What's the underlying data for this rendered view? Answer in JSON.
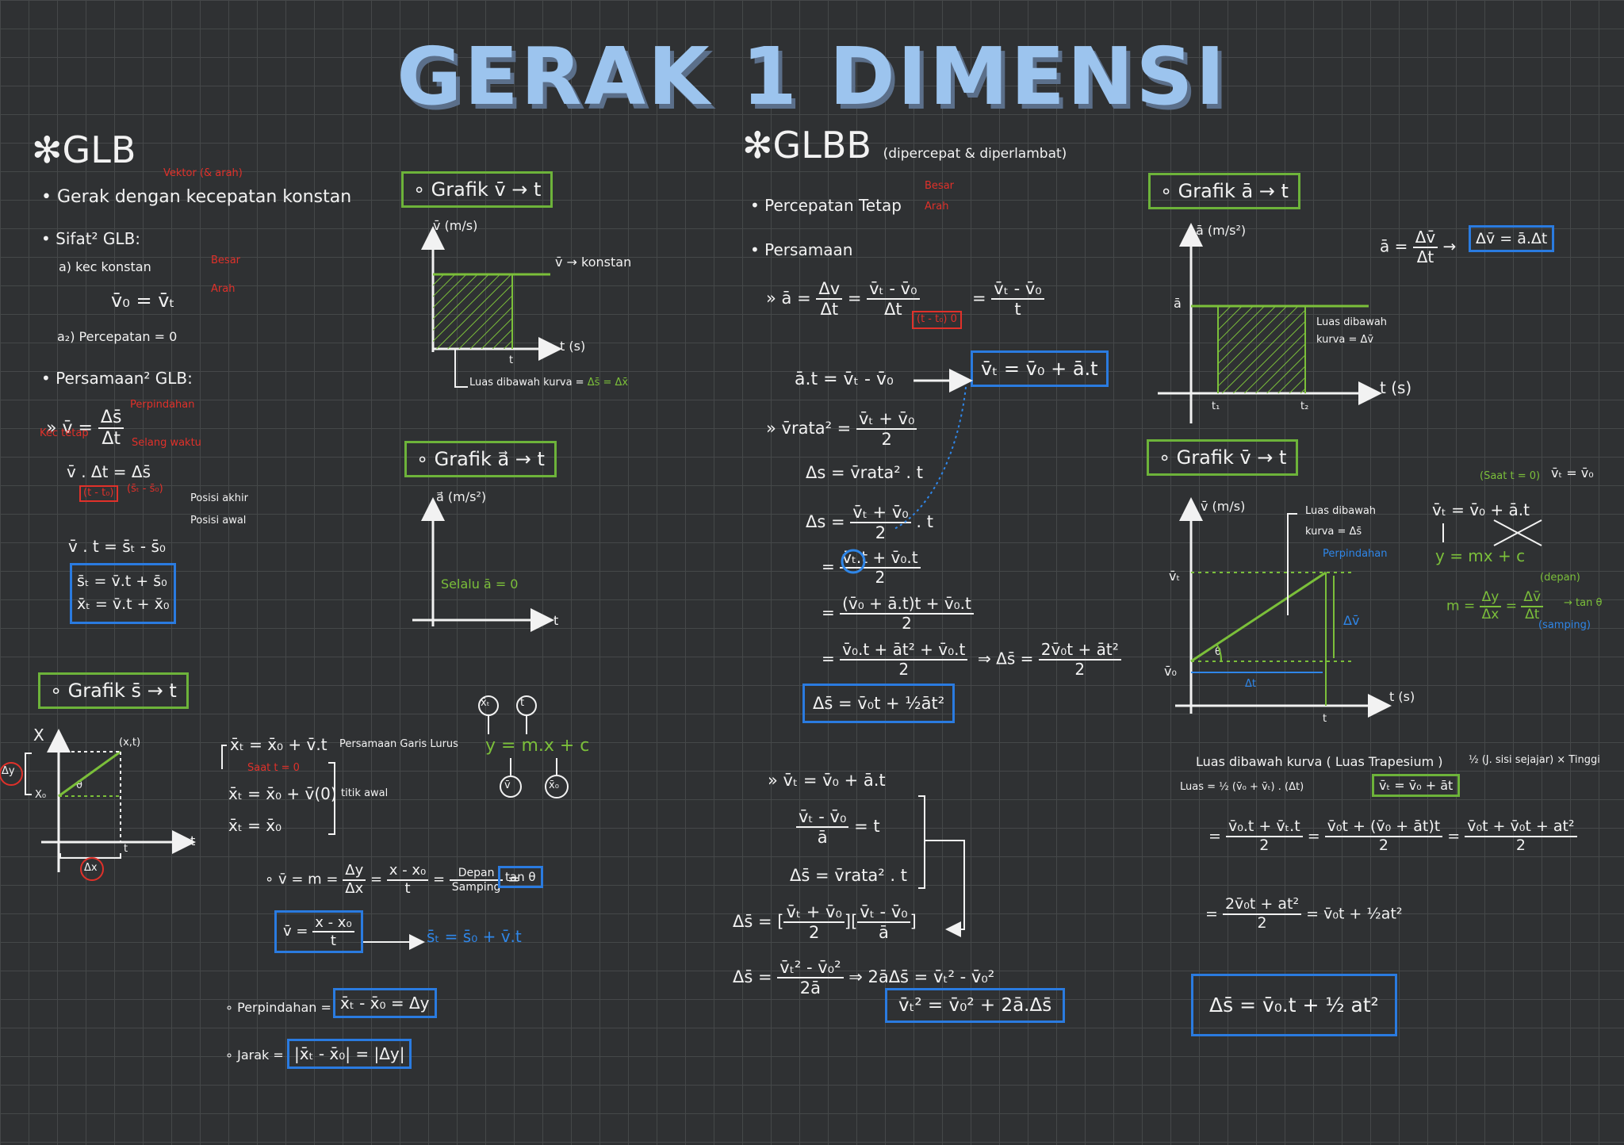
{
  "title": "GERAK 1 DIMENSI",
  "glb": {
    "heading": "GLB",
    "vektor_note": "Vektor (& arah)",
    "def": "Gerak dengan kecepatan konstan",
    "sifat": "Sifat² GLB:",
    "sifat1": "a) kec konstan",
    "besar": "Besar",
    "arah": "Arah",
    "v0vt": "v̄₀ = v̄ₜ",
    "sifat2": "a₂) Percepatan = 0",
    "persamaan": "Persamaan² GLB:",
    "perpindahan_note": "Perpindahan",
    "eq1_lhs": "v̄ =",
    "eq1_num": "Δs̄",
    "eq1_den": "Δt",
    "kec_tetap": "Kec tetap",
    "selang_waktu": "Selang waktu",
    "eq2": "v̄ . Δt = Δs̄",
    "bracket_note": "(t - t₀)",
    "bracket_note2": "(s̄ₜ - s̄₀)",
    "posisi_akhir": "Posisi akhir",
    "posisi_awal": "Posisi awal",
    "eq3": "v̄ . t = s̄ₜ - s̄₀",
    "box1": "s̄ₜ = v̄.t + s̄₀",
    "box2": "x̄ₜ = v̄.t + x̄₀",
    "grafik_vt": "Grafik v̄ → t",
    "vt_ylabel": "v̄ (m/s)",
    "vt_konstan": "v̄ → konstan",
    "vt_xlabel": "t (s)",
    "vt_t": "t",
    "vt_luas_pre": "Luas dibawah kurva =",
    "vt_luas_val": "Δs̄ = Δx̄",
    "grafik_at": "Grafik a⃗ → t",
    "at_ylabel": "a⃗ (m/s²)",
    "at_selalu": "Selalu  ā = 0",
    "at_xlabel": "t",
    "grafik_st": "Grafik s̄ → t",
    "st_x": "X",
    "st_pt": "(x,t)",
    "st_x0": "X₀",
    "st_dy": "Δy",
    "st_dx": "Δx",
    "st_theta": "θ",
    "st_t": "t",
    "st_tt": "t",
    "eq4": "x̄ₜ = x̄₀ + v̄.t",
    "persamaan_garis": "Persamaan Garis Lurus",
    "saat_t0": "Saat t = 0",
    "eq5": "x̄ₜ = x̄₀ + v̄(0)",
    "titik_awal": "titik awal",
    "eq6": "x̄ₜ = x̄₀",
    "ymx": "y = m.x + c",
    "c_xt": "x̄ₜ",
    "c_t": "t",
    "c_v": "v̄",
    "c_x0": "x̄₀",
    "slope_lhs": "v̄ = m =",
    "slope_n1": "Δy",
    "slope_d1": "Δx",
    "slope_n2": "x - x₀",
    "slope_d2": "t",
    "slope_n3": "Depan",
    "slope_d3": "Samping",
    "tan": "tan θ",
    "boxv_lhs": "v̄ =",
    "boxv_n": "x - x₀",
    "boxv_d": "t",
    "st_formula": "s̄ₜ = s̄₀ + v̄.t",
    "perpindahan": "Perpindahan =",
    "perpindahan_box": "x̄ₜ - x̄₀ = Δy",
    "jarak": "Jarak =",
    "jarak_box": "|x̄ₜ - x̄₀| = |Δy|"
  },
  "glbb": {
    "heading": "GLBB",
    "sub": "(dipercepat & diperlambat)",
    "percepatan": "Percepatan Tetap",
    "besar": "Besar",
    "arah": "Arah",
    "persamaan": "Persamaan",
    "a1_lhs": "ā =",
    "a1_n1": "Δv",
    "a1_d1": "Δt",
    "a1_n2": "v̄ₜ - v̄₀",
    "a1_d2": "Δt",
    "a1_red": "(t - t₀)",
    "a1_red0": "0",
    "a1_n3": "v̄ₜ - v̄₀",
    "a1_d3": "t",
    "a2": "ā.t = v̄ₜ - v̄₀",
    "box_vt": "v̄ₜ = v̄₀ + ā.t",
    "vr_lhs": "v̄rata² =",
    "vr_n": "v̄ₜ + v̄₀",
    "vr_d": "2",
    "ds1": "Δs = v̄rata² . t",
    "ds2_lhs": "Δs =",
    "ds2_n": "v̄ₜ + v̄₀",
    "ds2_d": "2",
    "ds2_rhs": ". t",
    "ds3_n": "v̄ₜ.t + v̄₀.t",
    "ds3_d": "2",
    "ds4_n": "(v̄₀ + ā.t)t + v̄₀.t",
    "ds4_d": "2",
    "ds5_n": "v̄₀.t + āt² + v̄₀.t",
    "ds5_d": "2",
    "ds5_lhs": "Δs̄ =",
    "ds5_rn": "2v̄₀t + āt²",
    "ds5_rd": "2",
    "box_ds": "Δs̄ = v̄₀t + ½āt²",
    "b1": "v̄ₜ = v̄₀ + ā.t",
    "b2_n": "v̄ₜ - v̄₀",
    "b2_d": "ā",
    "b2_rhs": "= t",
    "b3": "Δs̄ = v̄rata² . t",
    "b4_lhs": "Δs̄ =",
    "b4_n1": "v̄ₜ + v̄₀",
    "b4_d1": "2",
    "b4_n2": "v̄ₜ - v̄₀",
    "b4_d2": "ā",
    "b5_lhs": "Δs̄ =",
    "b5_n": "v̄ₜ² - v̄₀²",
    "b5_d": "2ā",
    "b5_rhs": "⇒ 2āΔs̄ = v̄ₜ² - v̄₀²",
    "box_vt2": "v̄ₜ² = v̄₀² + 2ā.Δs̄",
    "grafik_at": "Grafik ā → t",
    "at_ylabel": "ā (m/s²)",
    "at_a": "ā",
    "at_luas": "Luas dibawah",
    "at_kurva": "kurva = Δv̄",
    "at_xlabel": "t (s)",
    "at_t1": "t₁",
    "at_t2": "t₂",
    "a_def_lhs": "ā =",
    "a_def_n": "Δv̄",
    "a_def_d": "Δt",
    "a_def_box": "Δv̄ = ā.Δt",
    "grafik_vt": "Grafik v̄ → t",
    "vt_ylabel": "v̄ (m/s)",
    "vt_luas": "Luas dibawah",
    "vt_kurva": "kurva = Δs̄",
    "vt_perpindahan": "Perpindahan",
    "vt_vt": "v̄ₜ",
    "vt_v0": "v̄₀",
    "vt_theta": "θ",
    "vt_dv": "Δv̄",
    "vt_dt": "Δt",
    "vt_xlabel": "t (s)",
    "vt_t": "t",
    "saat_t0": "(Saat t = 0)",
    "saat_eq": "v̄ₜ = v̄₀",
    "lin1": "v̄ₜ = v̄₀ + ā.t",
    "lin2": "y = mx + c",
    "m_lhs": "m =",
    "m_n": "Δy",
    "m_d": "Δx",
    "m_n2": "Δv̄",
    "m_d2": "Δt",
    "m_depan": "(depan)",
    "m_samping": "(samping)",
    "m_tan": "→ tan θ",
    "trap": "Luas dibawah kurva ( Luas Trapesium )",
    "trap_note": "½ (J. sisi sejajar) × Tinggi",
    "trap_luas": "Luas = ½ (v̄₀ + v̄ₜ) . (Δt)",
    "trap_box": "v̄ₜ = v̄₀ + āt",
    "t1_n": "v̄₀.t + v̄ₜ.t",
    "t1_d": "2",
    "t2_n": "v̄₀t + (v̄₀ + āt)t",
    "t2_d": "2",
    "t3_n": "v̄₀t + v̄₀t + at²",
    "t3_d": "2",
    "t4_n": "2v̄₀t + at²",
    "t4_d": "2",
    "t4_rhs": "= v̄₀t + ½at²",
    "final_box": "Δs̄ = v̄₀.t + ½ at²"
  }
}
